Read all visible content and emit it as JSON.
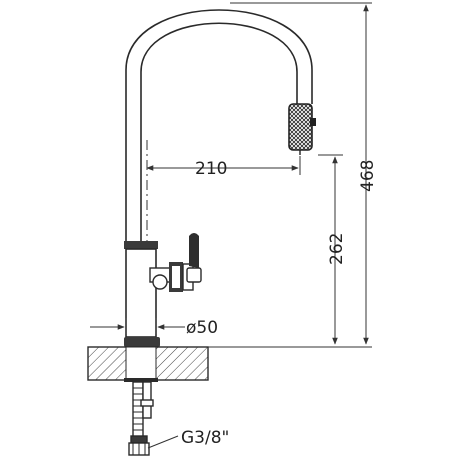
{
  "dimensions": {
    "spout_reach": "210",
    "spout_height": "262",
    "total_height": "468",
    "base_diameter": "ø50",
    "connection": "G3/8\""
  },
  "colors": {
    "line": "#2a2a2a",
    "dimension": "#333333",
    "dark_part": "#3a3a3a",
    "hatch": "#444444",
    "background": "#ffffff"
  }
}
